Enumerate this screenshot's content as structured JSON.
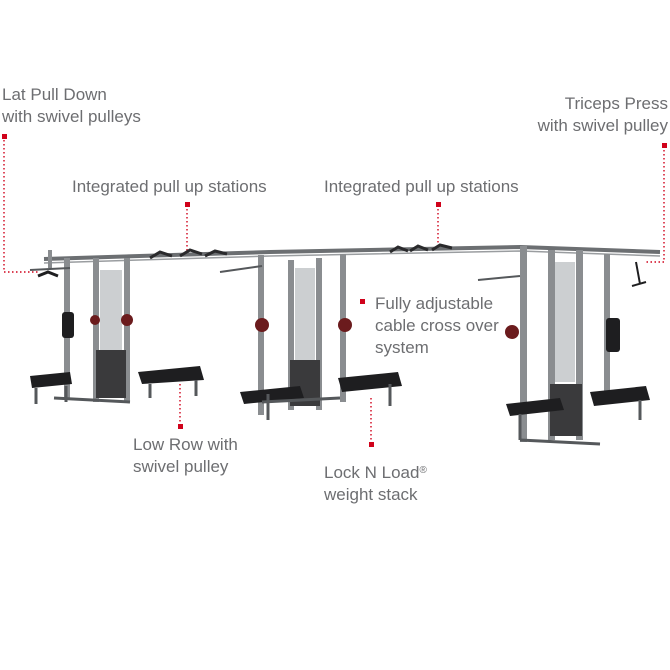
{
  "callouts": {
    "lat_pull_down": {
      "line1": "Lat Pull Down",
      "line2": "with swivel pulleys"
    },
    "triceps_press": {
      "line1": "Triceps Press",
      "line2": "with swivel pulley"
    },
    "pull_up_left": {
      "text": "Integrated pull up stations"
    },
    "pull_up_right": {
      "text": "Integrated pull up stations"
    },
    "cable_cross": {
      "line1": "Fully adjustable",
      "line2": "cable cross over",
      "line3": "system"
    },
    "low_row": {
      "line1": "Low Row with",
      "line2": "swivel pulley"
    },
    "lock_n_load": {
      "line1": "Lock N Load",
      "mark": "®",
      "line2": "weight stack"
    }
  },
  "colors": {
    "text": "#6d6e71",
    "accent": "#d0021b",
    "frame": "#8a8d90",
    "frame_dark": "#55585b",
    "pad": "#1e1e20",
    "weight": "#3a3a3c"
  }
}
